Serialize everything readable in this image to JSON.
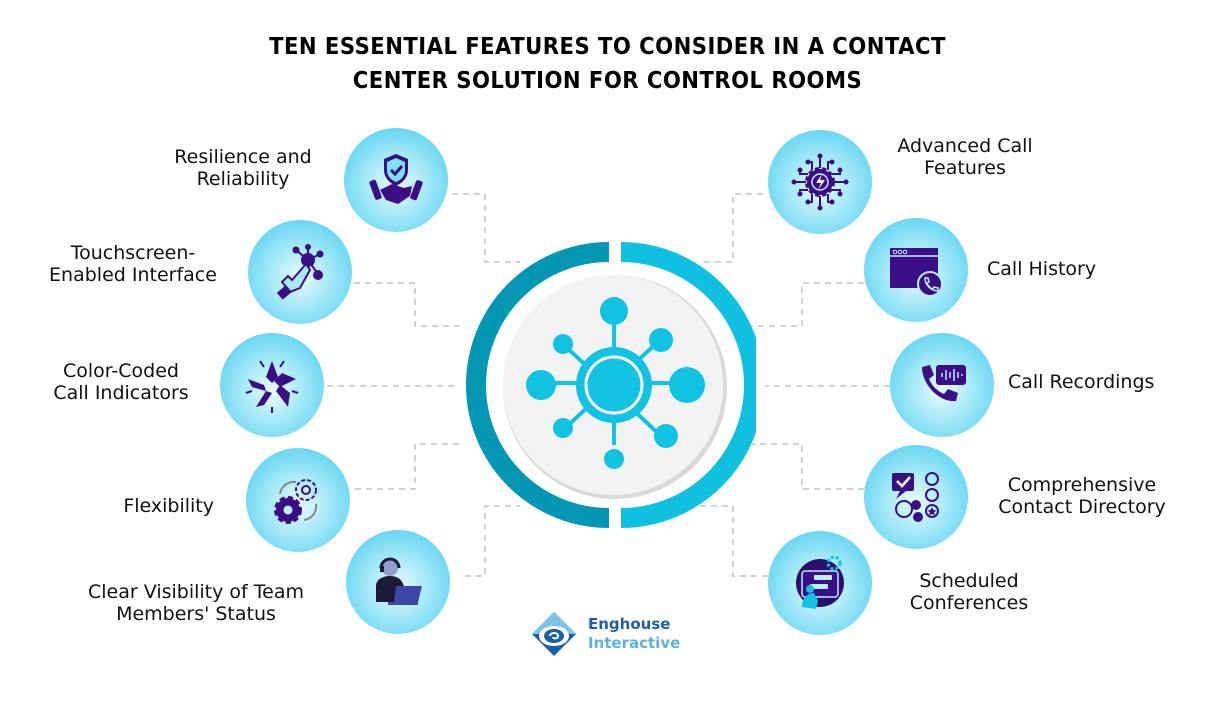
{
  "title": {
    "line1": "TEN ESSENTIAL FEATURES TO CONSIDER IN A CONTACT",
    "line2": "CENTER SOLUTION FOR CONTROL ROOMS"
  },
  "colors": {
    "ring_dark": "#0497b3",
    "ring_light": "#0fc0e0",
    "hub_icon": "#12c2e2",
    "icon_purple": "#3a0f86",
    "connector": "#bdbdbd"
  },
  "hub": {
    "icon": "network-hub-icon"
  },
  "left_features": [
    {
      "line1": "Resilience and",
      "line2": "Reliability",
      "icon": "shield-handshake-icon"
    },
    {
      "line1": "Touchscreen-",
      "line2": "Enabled Interface",
      "icon": "touch-hand-icon"
    },
    {
      "line1": "Color-Coded",
      "line2": "Call Indicators",
      "icon": "hands-circle-icon"
    },
    {
      "line1": "Flexibility",
      "line2": "",
      "icon": "gears-icon"
    },
    {
      "line1": "Clear Visibility of Team",
      "line2": "Members' Status",
      "icon": "agent-headset-icon"
    }
  ],
  "right_features": [
    {
      "line1": "Advanced Call",
      "line2": "Features",
      "icon": "circuit-gear-icon"
    },
    {
      "line1": "Call History",
      "line2": "",
      "icon": "browser-phone-icon"
    },
    {
      "line1": "Call Recordings",
      "line2": "",
      "icon": "phone-waveform-icon"
    },
    {
      "line1": "Comprehensive",
      "line2": "Contact Directory",
      "icon": "directory-icon"
    },
    {
      "line1": "Scheduled",
      "line2": "Conferences",
      "icon": "conference-screen-icon"
    }
  ],
  "logo": {
    "line1": "Enghouse",
    "line2": "Interactive"
  }
}
